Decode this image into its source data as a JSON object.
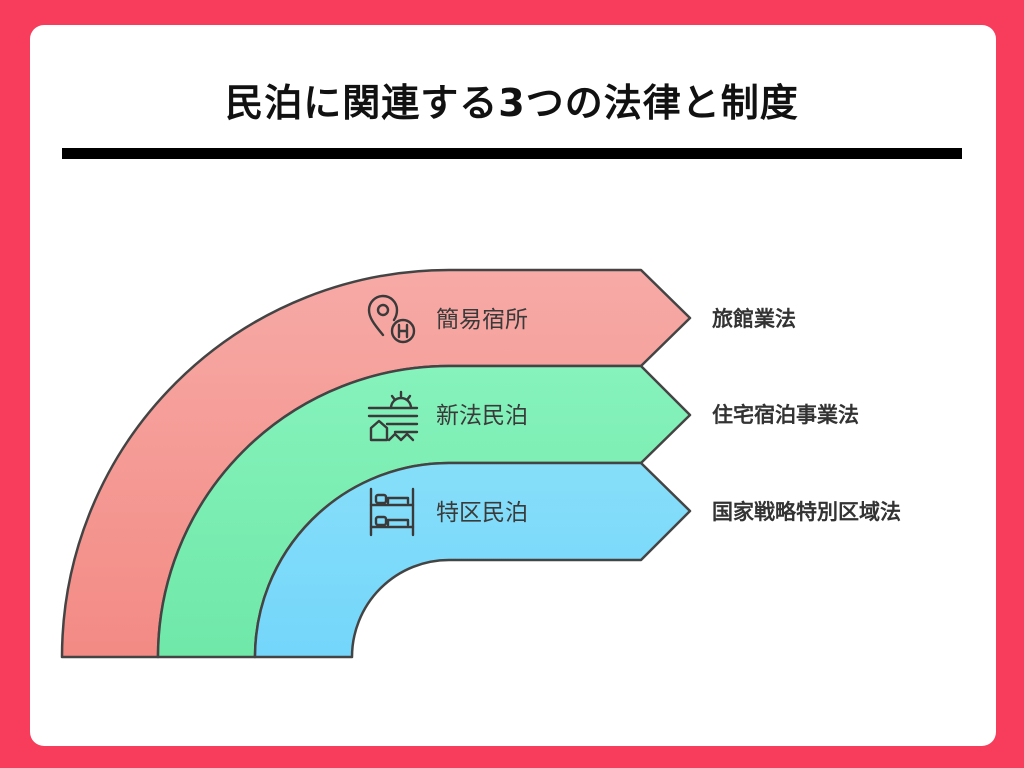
{
  "title": "民泊に関連する3つの法律と制度",
  "colors": {
    "background": "#f73c5c",
    "card": "#ffffff",
    "band_red": "#f6a7a2",
    "band_green": "#7ff0b6",
    "band_blue": "#7fdcfb"
  },
  "layers": [
    {
      "label": "簡易宿所",
      "law": "旅館業法",
      "icon": "hotel-location-pin-icon",
      "color": "#f6a7a2"
    },
    {
      "label": "新法民泊",
      "law": "住宅宿泊事業法",
      "icon": "house-with-sun-icon",
      "color": "#7ff0b6"
    },
    {
      "label": "特区民泊",
      "law": "国家戦略特別区域法",
      "icon": "bunk-bed-icon",
      "color": "#7fdcfb"
    }
  ]
}
